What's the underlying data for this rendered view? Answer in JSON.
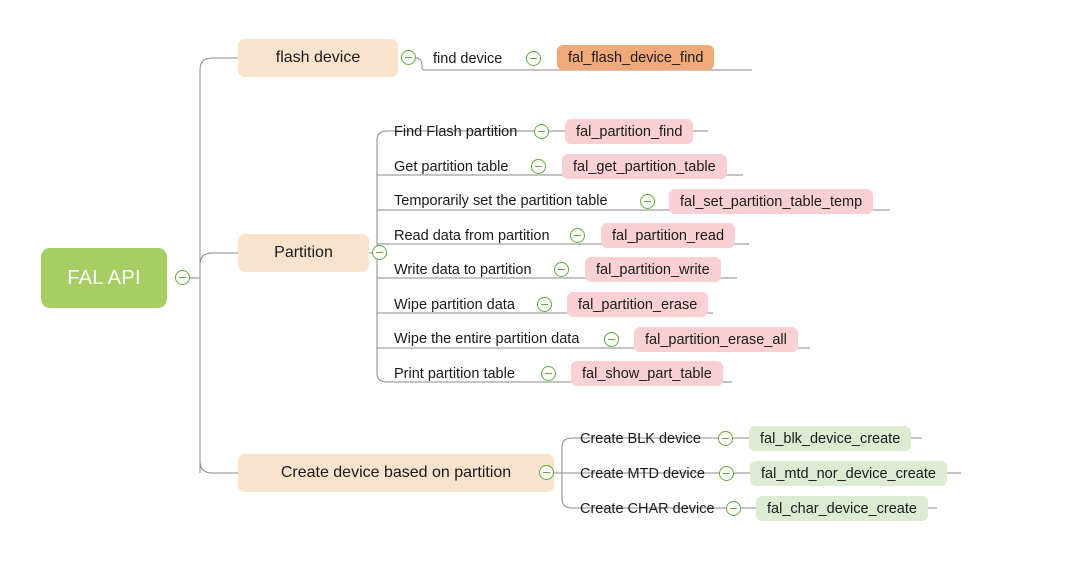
{
  "diagram": {
    "type": "mindmap",
    "title": "FAL API",
    "colors": {
      "root_fill": "#a6ce63",
      "root_text": "#ffffff",
      "branch_fill": "#fae3cc",
      "leaf_orange": "#f0a979",
      "leaf_pink": "#fbd0d4",
      "leaf_green": "#ddebd3",
      "connector": "#8a8a8a",
      "toggle_stroke": "#63a83b",
      "text": "#1a1a1a",
      "background": "#ffffff"
    },
    "toggle_icon": "collapse-minus-icon"
  },
  "root": {
    "label": "FAL API"
  },
  "branches": [
    {
      "label": "flash device",
      "children": [
        {
          "label": "find device",
          "api": "fal_flash_device_find"
        }
      ]
    },
    {
      "label": "Partition",
      "children": [
        {
          "label": "Find Flash partition",
          "api": "fal_partition_find"
        },
        {
          "label": "Get partition table",
          "api": "fal_get_partition_table"
        },
        {
          "label": "Temporarily set the partition table",
          "api": "fal_set_partition_table_temp"
        },
        {
          "label": "Read data from partition",
          "api": "fal_partition_read"
        },
        {
          "label": "Write data to partition",
          "api": "fal_partition_write"
        },
        {
          "label": "Wipe partition data",
          "api": "fal_partition_erase"
        },
        {
          "label": "Wipe the entire partition data",
          "api": "fal_partition_erase_all"
        },
        {
          "label": "Print partition table",
          "api": "fal_show_part_table"
        }
      ]
    },
    {
      "label": "Create device based on partition",
      "children": [
        {
          "label": "Create BLK device",
          "api": "fal_blk_device_create"
        },
        {
          "label": "Create MTD device",
          "api": "fal_mtd_nor_device_create"
        },
        {
          "label": "Create CHAR device",
          "api": "fal_char_device_create"
        }
      ]
    }
  ]
}
